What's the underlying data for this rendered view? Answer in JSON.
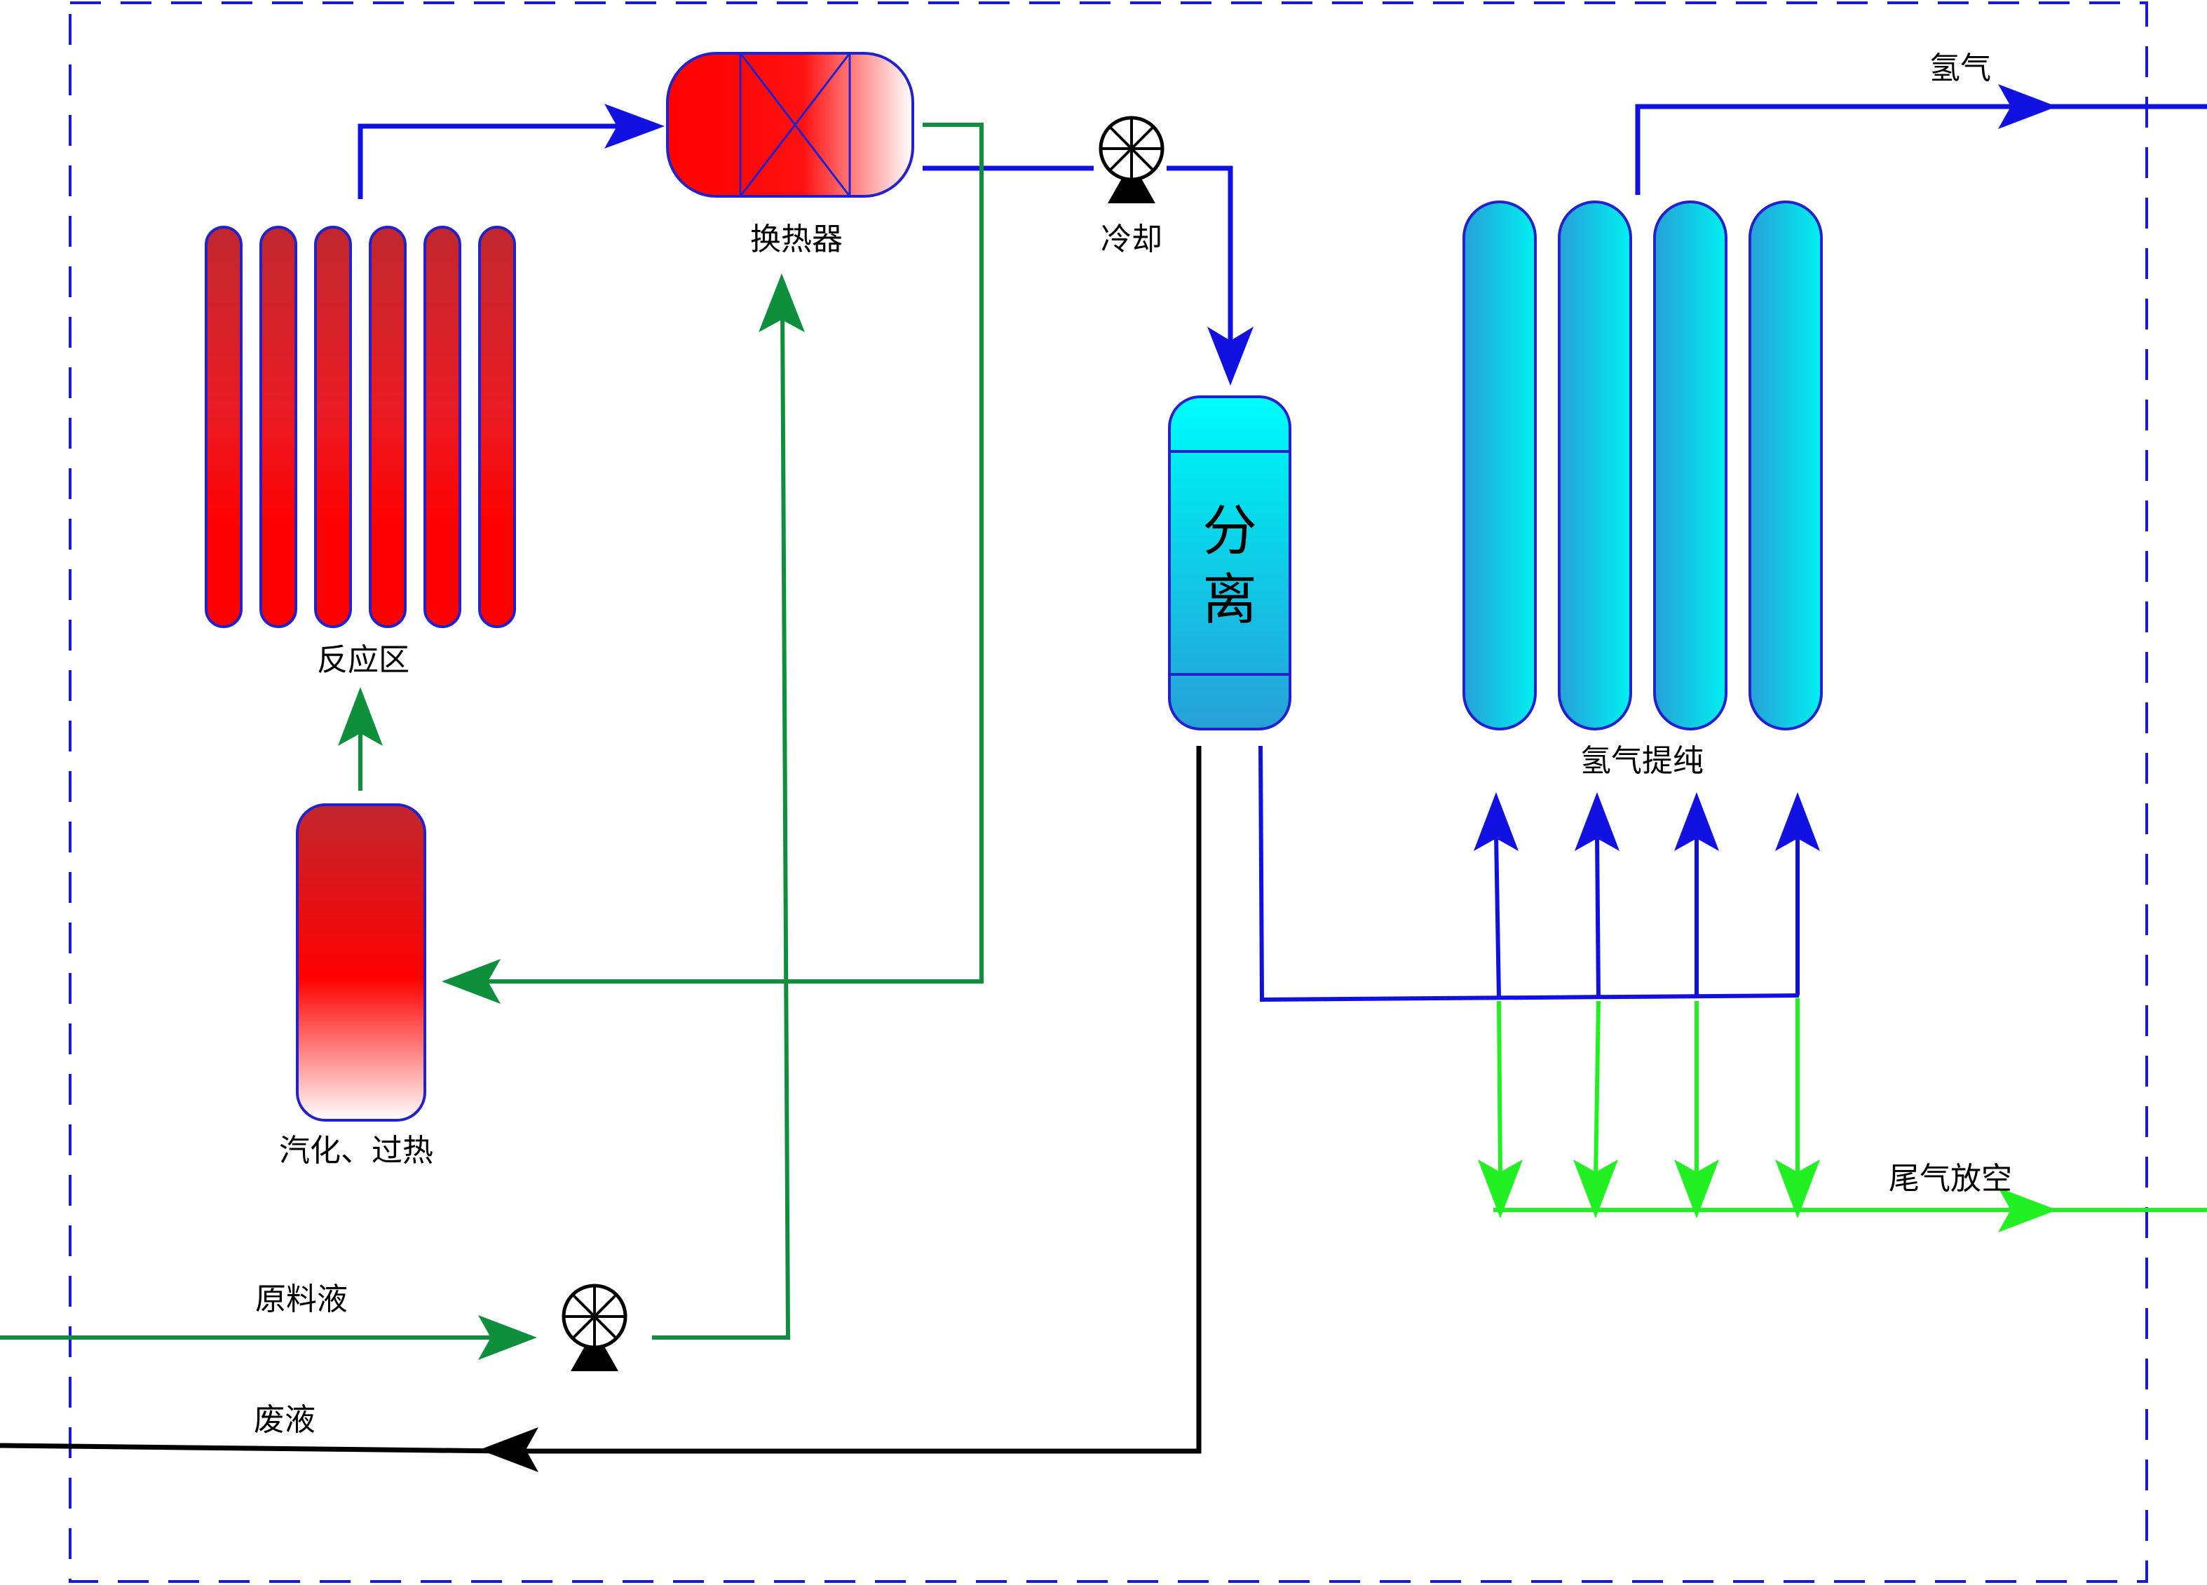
{
  "labels": {
    "heat_exchanger": "换热器",
    "cooling": "冷却",
    "reaction_zone": "反应区",
    "separator_line1": "分",
    "separator_line2": "离",
    "hydrogen_purification": "氢气提纯",
    "hydrogen": "氢气",
    "vaporize_superheat": "汽化、过热",
    "tail_gas_vent": "尾气放空",
    "feed_liquid": "原料液",
    "waste_liquid": "废液"
  },
  "colors": {
    "boundary": "#1a1adb",
    "hydrogen_line": "#1010e0",
    "feed_line": "#0e8f3c",
    "tail_gas_line": "#22f022",
    "waste_line": "#000000",
    "vessel_outline": "#2222cc",
    "red_top": "#c0272e",
    "red_mid": "#ff0000",
    "red_bottom": "#ffffff",
    "cyan_light": "#00f0f0",
    "cyan_dark": "#27a0d8"
  },
  "icons": {
    "pump": "pump-icon"
  }
}
